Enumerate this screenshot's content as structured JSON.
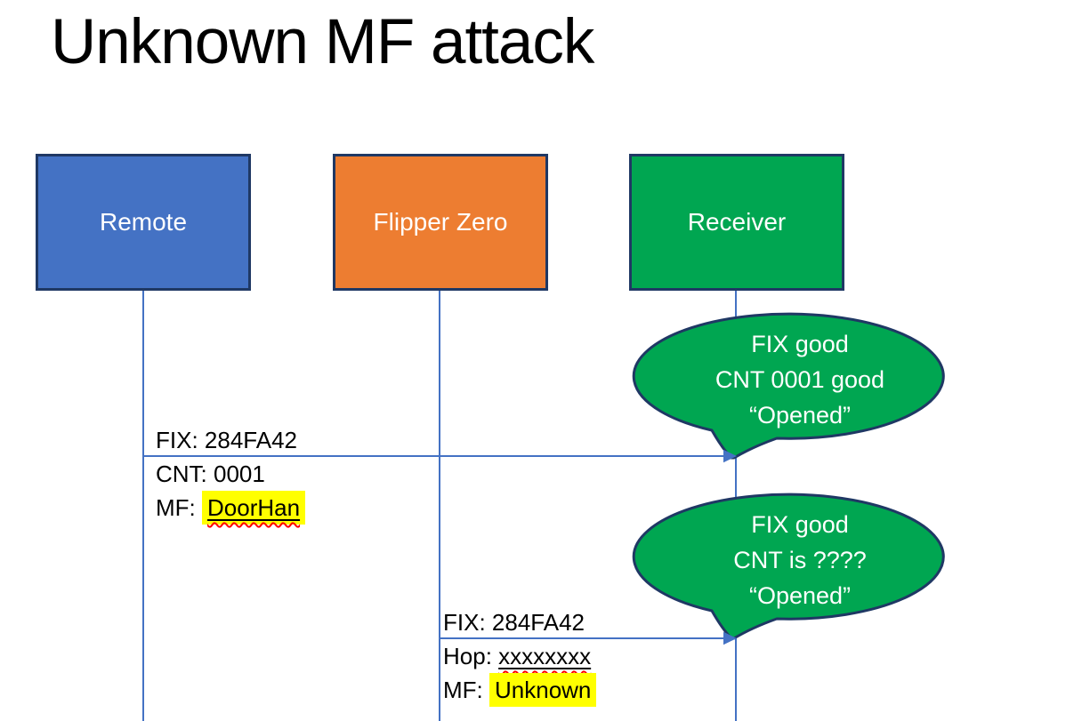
{
  "title": "Unknown MF attack",
  "colors": {
    "remote_fill": "#4472C4",
    "flipper_fill": "#ED7D31",
    "receiver_fill": "#00A651",
    "bubble_fill": "#00A651",
    "shape_border": "#1F3864",
    "line_blue": "#4472C4",
    "text_on_shape": "#FFFFFF",
    "label_text": "#000000",
    "highlight_yellow": "#FFFF00",
    "squiggle_red": "#FF0000"
  },
  "actors": [
    {
      "id": "remote",
      "label": "Remote"
    },
    {
      "id": "flipper-zero",
      "label": "Flipper Zero"
    },
    {
      "id": "receiver",
      "label": "Receiver"
    }
  ],
  "messages": [
    {
      "from": "Remote",
      "to": "Receiver",
      "lines": {
        "line1": "FIX: 284FA42",
        "line2": "CNT: 0001",
        "line3_prefix": "MF: ",
        "line3_value": "DoorHan"
      }
    },
    {
      "from": "Flipper Zero",
      "to": "Receiver",
      "lines": {
        "line1": "FIX: 284FA42",
        "line2_prefix": "Hop: ",
        "line2_value": "xxxxxxxx",
        "line3_prefix": "MF: ",
        "line3_value": "Unknown"
      }
    }
  ],
  "callouts": [
    {
      "line1": "FIX good",
      "line2": "CNT 0001 good",
      "line3": "“Opened”"
    },
    {
      "line1": "FIX good",
      "line2": "CNT is ????",
      "line3": "“Opened”"
    }
  ]
}
